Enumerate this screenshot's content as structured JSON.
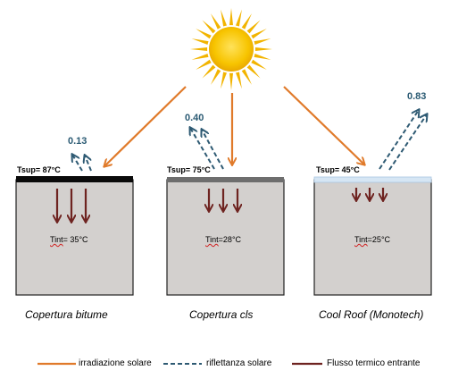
{
  "colors": {
    "irradiation": "#e07a2a",
    "reflectance": "#2e5a73",
    "heat_flow": "#6e2320",
    "block_fill": "#d3d0ce",
    "sun_core": "#f6c200",
    "sun_rays": "#f2b400"
  },
  "icons": [
    "sun-icon"
  ],
  "panels": [
    {
      "tsup": "Tsup= 87°C",
      "tint_word": "Tint",
      "tint_value": "= 35°C",
      "reflectance": "0.13",
      "caption": "Copertura bitume",
      "cover_color": "#0a0a0a",
      "heat_arrows": 3
    },
    {
      "tsup": "Tsup= 75°C",
      "tint_word": "Tint",
      "tint_value": "=28°C",
      "reflectance": "0.40",
      "caption": "Copertura cls",
      "cover_color": "#6e6e6e",
      "heat_arrows": 3
    },
    {
      "tsup": "Tsup= 45°C",
      "tint_word": "Tint",
      "tint_value": "=25°C",
      "reflectance": "0.83",
      "caption": "Cool Roof (Monotech)",
      "cover_color": "#d6e6f4",
      "heat_arrows": 3
    }
  ],
  "legend": {
    "irradiation_label": "irradiazione solare",
    "reflectance_label": "riflettanza solare",
    "heat_flow_label": "Flusso termico entrante"
  }
}
